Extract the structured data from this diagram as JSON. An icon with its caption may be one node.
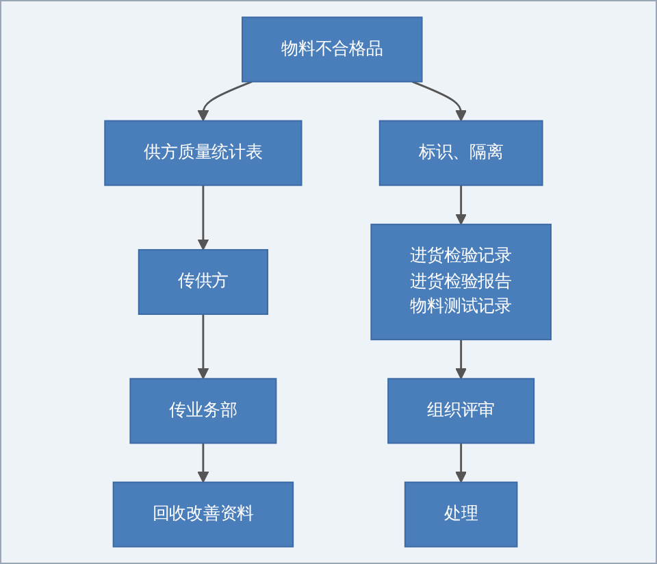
{
  "diagram": {
    "nodes": [
      {
        "text": [
          "物料不合格品"
        ]
      },
      {
        "text": [
          "供方质量统计表"
        ]
      },
      {
        "text": [
          "标识、隔离"
        ]
      },
      {
        "text": [
          "传供方"
        ]
      },
      {
        "text": [
          "进货检验记录",
          "进货检验报告",
          "物料测试记录"
        ]
      },
      {
        "text": [
          "传业务部"
        ]
      },
      {
        "text": [
          "组织评审"
        ]
      },
      {
        "text": [
          "回收改善资料"
        ]
      },
      {
        "text": [
          "处理"
        ]
      }
    ],
    "edges": [
      {
        "from": 0,
        "to": 1,
        "arrow": "to"
      },
      {
        "from": 0,
        "to": 2,
        "arrow": "to"
      },
      {
        "from": 1,
        "to": 3,
        "arrow": "to"
      },
      {
        "from": 2,
        "to": 4,
        "arrow": "to"
      },
      {
        "from": 3,
        "to": 5,
        "arrow": "to"
      },
      {
        "from": 4,
        "to": 6,
        "arrow": "to"
      },
      {
        "from": 5,
        "to": 7,
        "arrow": "to"
      },
      {
        "from": 6,
        "to": 8,
        "arrow": "to"
      }
    ]
  }
}
